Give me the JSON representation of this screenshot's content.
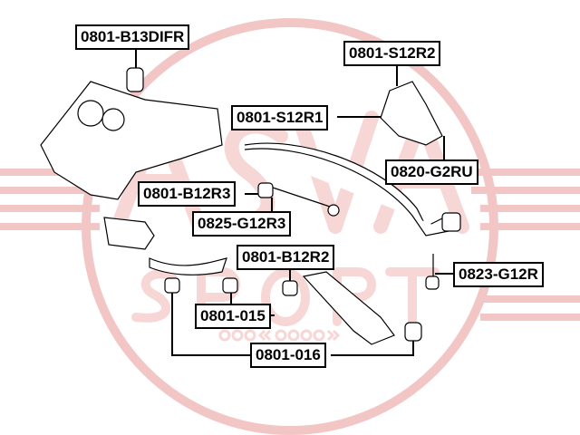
{
  "watermark": {
    "brand": "ASVA SPORT",
    "sub": "ooo «асва»",
    "color": "#f3c6c6"
  },
  "labels": {
    "b13difr": "0801-B13DIFR",
    "s12r2": "0801-S12R2",
    "s12r1": "0801-S12R1",
    "g2ru": "0820-G2RU",
    "b12r3": "0801-B12R3",
    "g12r3": "0825-G12R3",
    "b12r2": "0801-B12R2",
    "g12r": "0823-G12R",
    "p015": "0801-015",
    "p016": "0801-016"
  }
}
